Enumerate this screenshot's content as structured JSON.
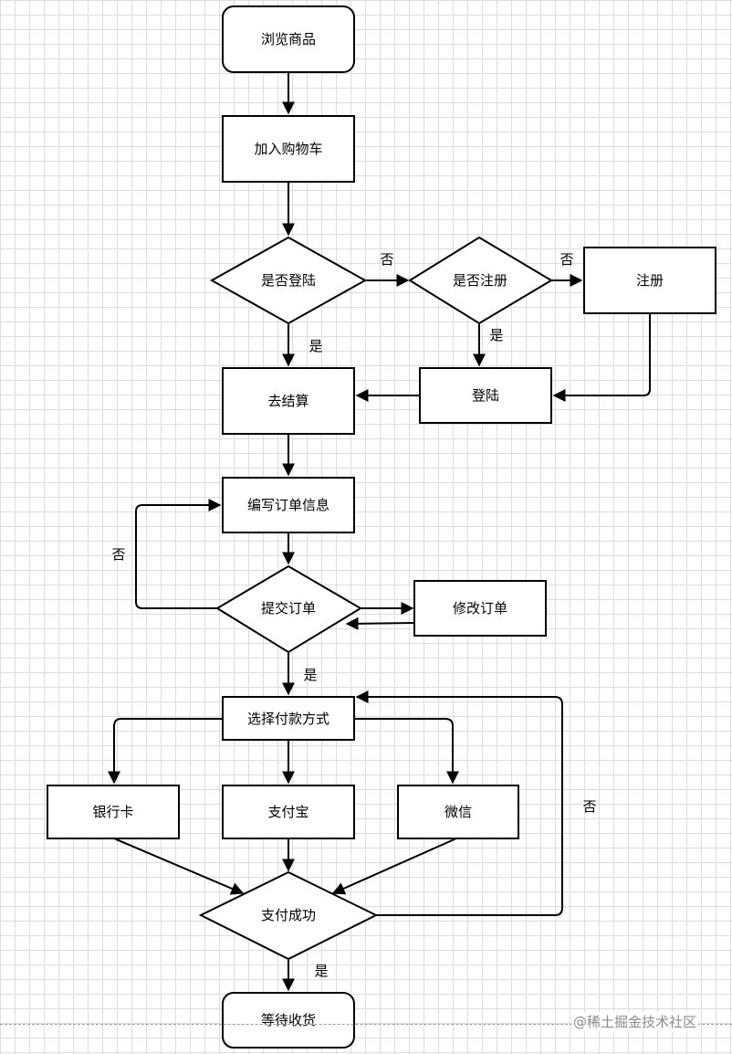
{
  "nodes": {
    "browse": "浏览商品",
    "cart": "加入购物车",
    "logged_in": "是否登陆",
    "registered": "是否注册",
    "register": "注册",
    "checkout": "去结算",
    "login": "登陆",
    "fill_order": "编写订单信息",
    "submit_order": "提交订单",
    "edit_order": "修改订单",
    "choose_payment": "选择付款方式",
    "bank_card": "银行卡",
    "alipay": "支付宝",
    "wechat": "微信",
    "pay_success": "支付成功",
    "await_delivery": "等待收货"
  },
  "edge_labels": {
    "logged_in_no": "否",
    "registered_no": "否",
    "logged_in_yes": "是",
    "registered_yes": "是",
    "submit_no": "否",
    "submit_yes": "是",
    "pay_no": "否",
    "pay_yes": "是"
  },
  "watermark": "@稀土掘金技术社区"
}
